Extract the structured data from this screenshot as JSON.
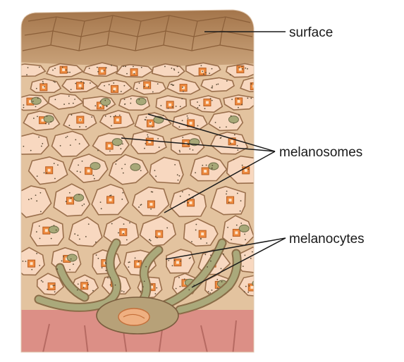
{
  "labels": {
    "surface": "surface",
    "melanosomes": "melanosomes",
    "melanocytes": "melanocytes"
  },
  "colors": {
    "surface_top": "#b88a5e",
    "cell_fill": "#f8d8c0",
    "cell_edge": "#9a6f4c",
    "matrix": "#e3c39f",
    "nucleus": "#ee8a3e",
    "melanosome": "#a7a878",
    "dermis": "#dc8f86"
  }
}
